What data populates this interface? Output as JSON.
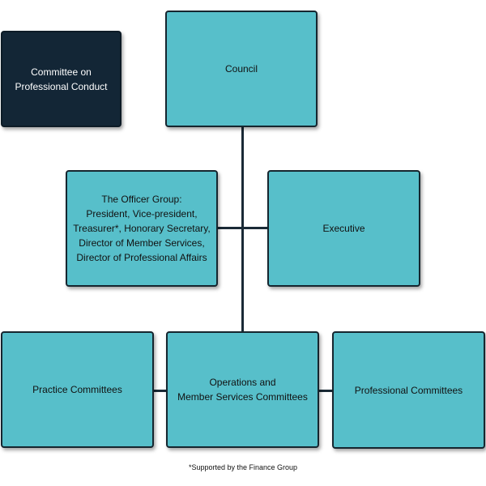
{
  "nodes": {
    "cpc": "Committee on\nProfessional Conduct",
    "council": "Council",
    "officer": "The Officer Group:\nPresident, Vice-president,\nTreasurer*, Honorary Secretary,\nDirector of Member Services,\nDirector of Professional Affairs",
    "executive": "Executive",
    "practice": "Practice Committees",
    "operations": "Operations  and\nMember Services Committees",
    "professional": "Professional Committees"
  },
  "footnote": "*Supported by the Finance Group",
  "colors": {
    "box_fill": "#57bfca",
    "box_border": "#16262f",
    "dark_box_fill": "#132636",
    "connector": "#1a2a36"
  }
}
